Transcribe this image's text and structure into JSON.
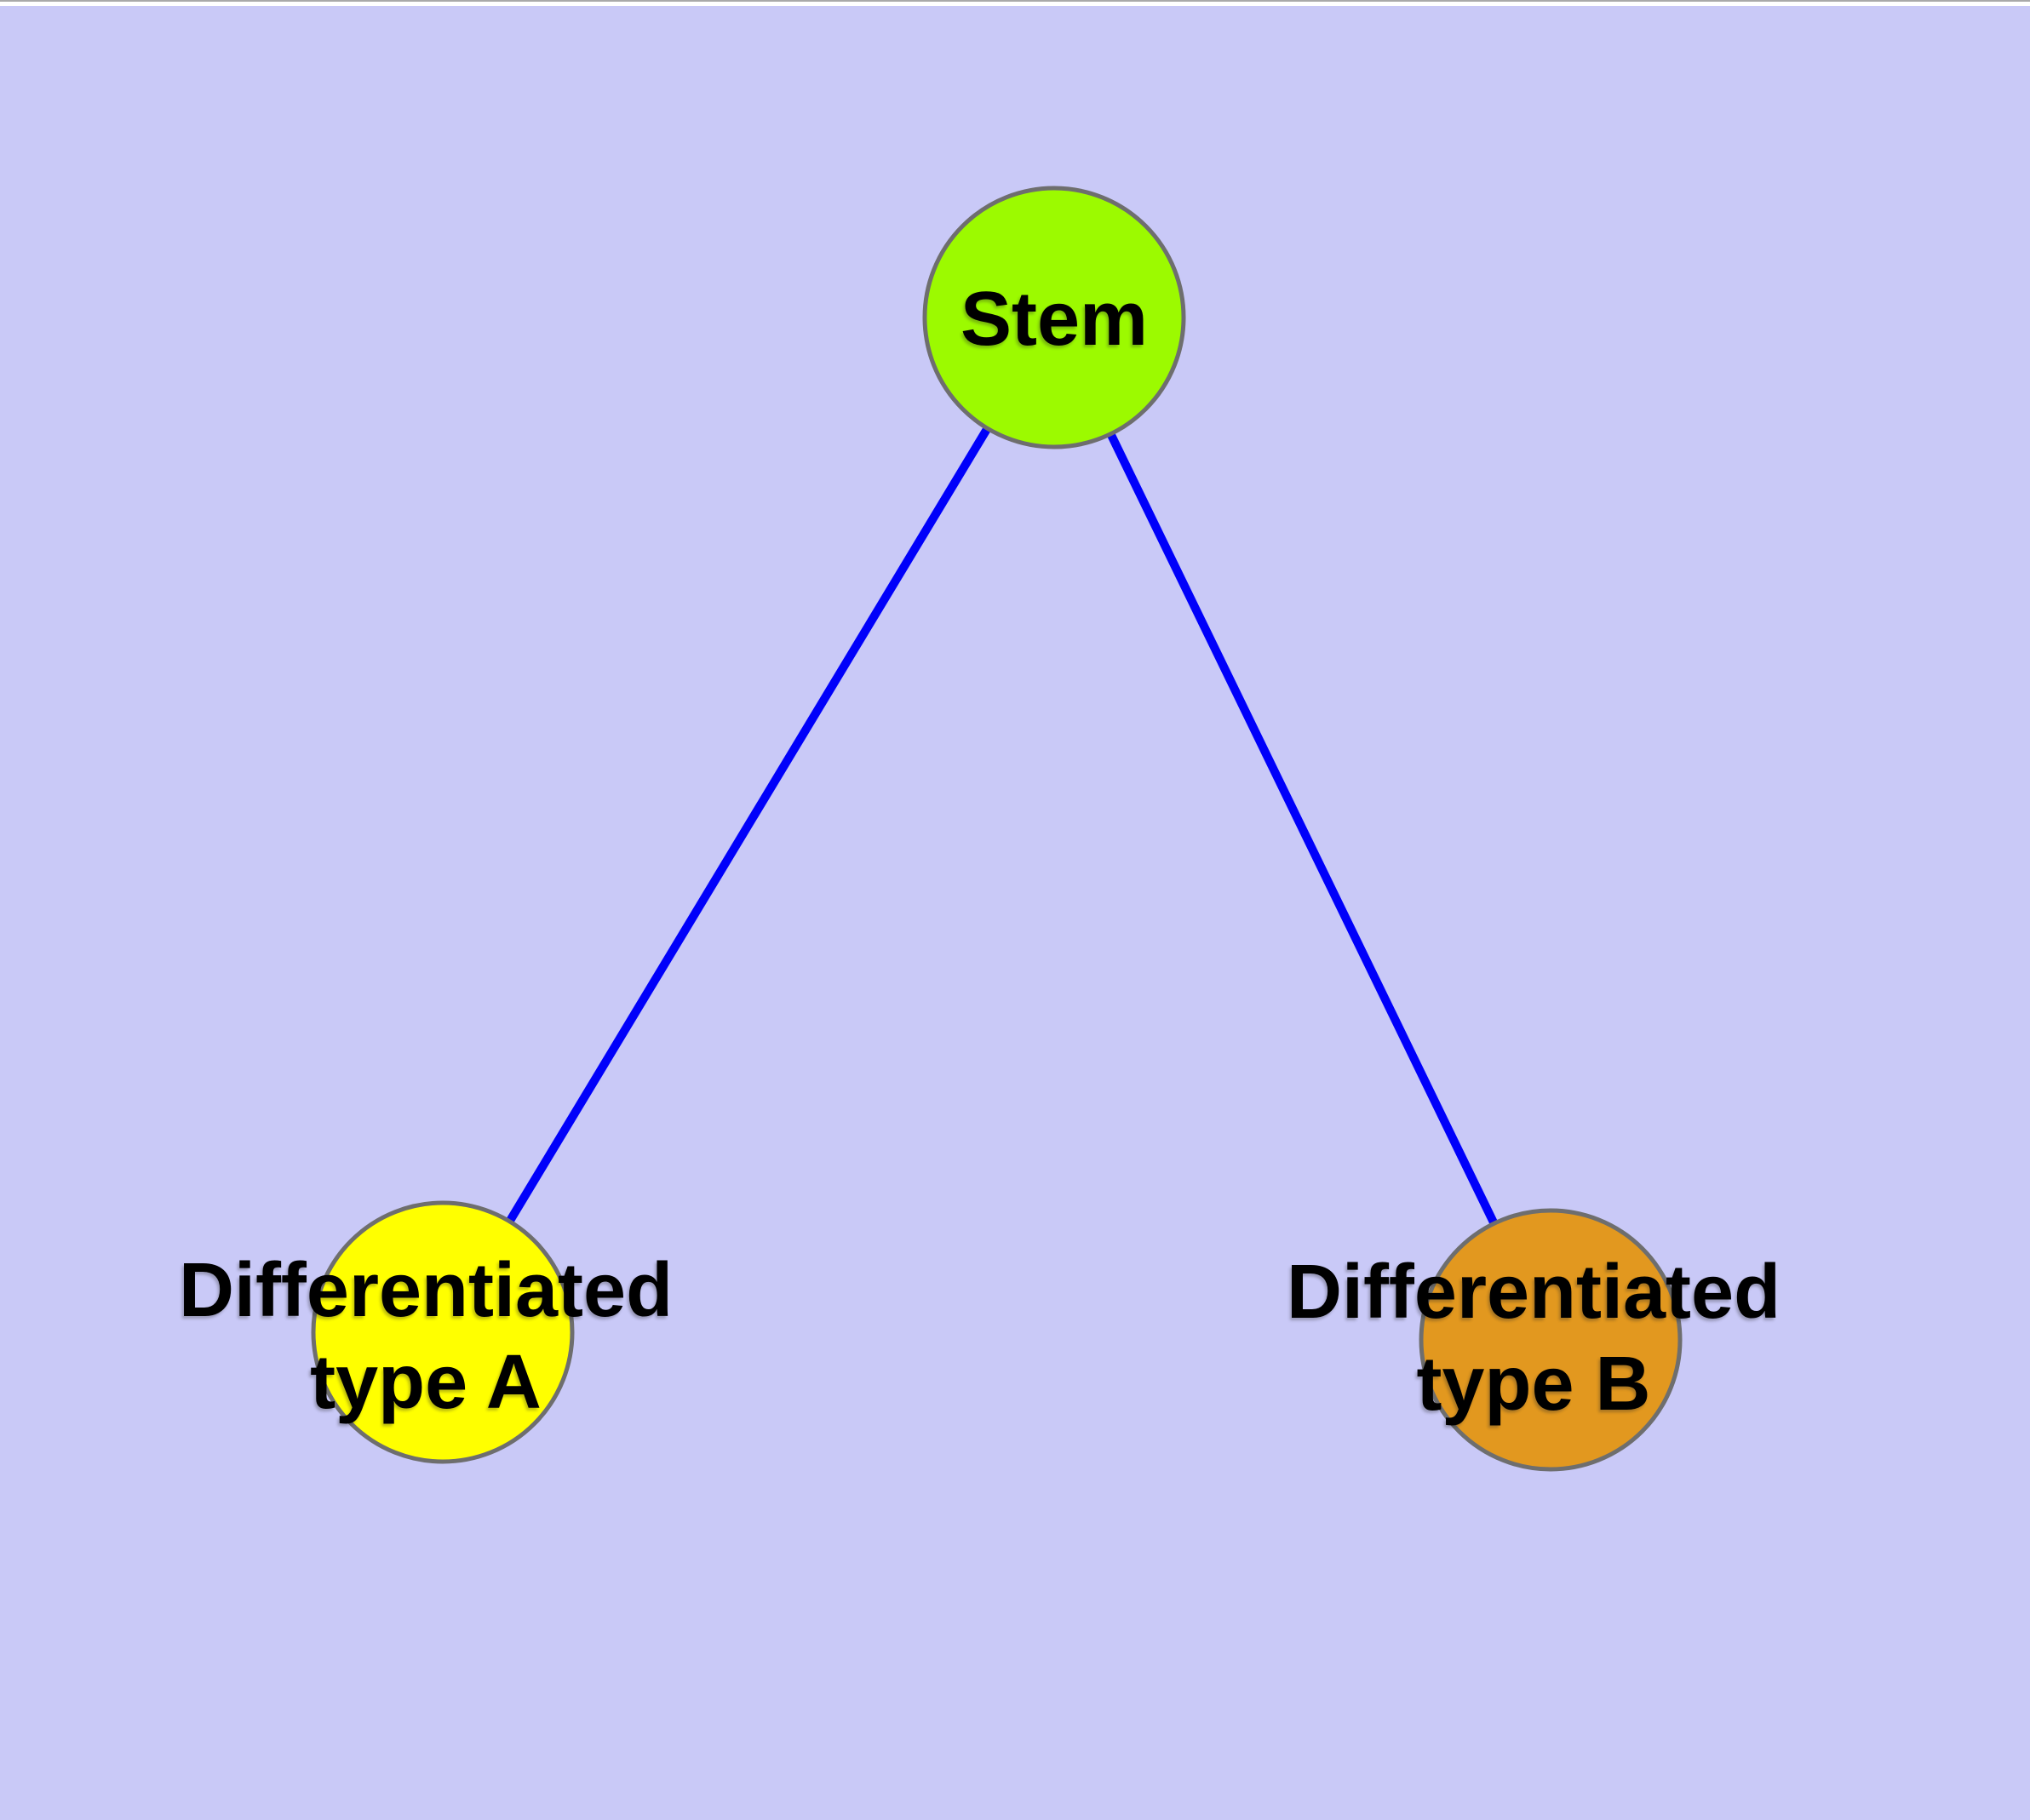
{
  "diagram": {
    "background_color": "#C9C9F7",
    "edge_color": "#0000FA",
    "node_border_color": "#6E6E6E",
    "label_color": "#000000",
    "nodes": [
      {
        "id": "stem",
        "label_lines": [
          "Stem"
        ],
        "fill": "#9CFA00"
      },
      {
        "id": "differentiated-type-a",
        "label_lines": [
          "Differentiated",
          "type A"
        ],
        "fill": "#FFFF00"
      },
      {
        "id": "differentiated-type-b",
        "label_lines": [
          "Differentiated",
          "type B"
        ],
        "fill": "#E2981F"
      }
    ],
    "edges": [
      {
        "from": "stem",
        "to": "differentiated-type-a"
      },
      {
        "from": "stem",
        "to": "differentiated-type-b"
      }
    ]
  }
}
